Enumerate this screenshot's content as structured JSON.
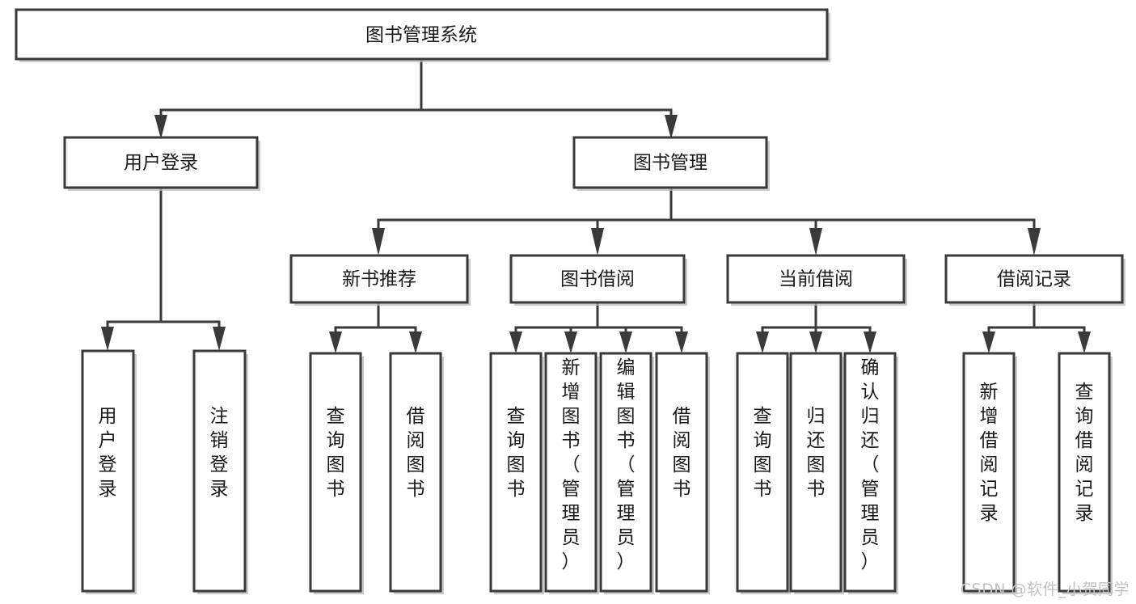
{
  "diagram": {
    "type": "tree",
    "title": "图书管理系统",
    "watermark": "CSDN @软件_小贺同学",
    "nodes": {
      "root": {
        "label": "图书管理系统",
        "level": 0
      },
      "l1_a": {
        "label": "用户登录",
        "level": 1
      },
      "l1_b": {
        "label": "图书管理",
        "level": 1
      },
      "l2_a": {
        "label": "新书推荐",
        "level": 2
      },
      "l2_b": {
        "label": "图书借阅",
        "level": 2
      },
      "l2_c": {
        "label": "当前借阅",
        "level": 2
      },
      "l2_d": {
        "label": "借阅记录",
        "level": 2
      },
      "leaf_1": {
        "label": "用户登录",
        "level": 3
      },
      "leaf_2": {
        "label": "注销登录",
        "level": 3
      },
      "leaf_3": {
        "label": "查询图书",
        "level": 3
      },
      "leaf_4": {
        "label": "借阅图书",
        "level": 3
      },
      "leaf_5": {
        "label": "查询图书",
        "level": 3
      },
      "leaf_6": {
        "label": "新增图书（管理员）",
        "level": 3
      },
      "leaf_7": {
        "label": "编辑图书（管理员）",
        "level": 3
      },
      "leaf_8": {
        "label": "借阅图书",
        "level": 3
      },
      "leaf_9": {
        "label": "查询图书",
        "level": 3
      },
      "leaf_10": {
        "label": "归还图书",
        "level": 3
      },
      "leaf_11": {
        "label": "确认归还（管理员）",
        "level": 3
      },
      "leaf_12": {
        "label": "新增借阅记录",
        "level": 3
      },
      "leaf_13": {
        "label": "查询借阅记录",
        "level": 3
      }
    },
    "edges": [
      {
        "from": "root",
        "to": "l1_a"
      },
      {
        "from": "root",
        "to": "l1_b"
      },
      {
        "from": "l1_b",
        "to": "l2_a"
      },
      {
        "from": "l1_b",
        "to": "l2_b"
      },
      {
        "from": "l1_b",
        "to": "l2_c"
      },
      {
        "from": "l1_b",
        "to": "l2_d"
      },
      {
        "from": "l1_a",
        "to": "leaf_1"
      },
      {
        "from": "l1_a",
        "to": "leaf_2"
      },
      {
        "from": "l2_a",
        "to": "leaf_3"
      },
      {
        "from": "l2_a",
        "to": "leaf_4"
      },
      {
        "from": "l2_b",
        "to": "leaf_5"
      },
      {
        "from": "l2_b",
        "to": "leaf_6"
      },
      {
        "from": "l2_b",
        "to": "leaf_7"
      },
      {
        "from": "l2_b",
        "to": "leaf_8"
      },
      {
        "from": "l2_c",
        "to": "leaf_9"
      },
      {
        "from": "l2_c",
        "to": "leaf_10"
      },
      {
        "from": "l2_c",
        "to": "leaf_11"
      },
      {
        "from": "l2_d",
        "to": "leaf_12"
      },
      {
        "from": "l2_d",
        "to": "leaf_13"
      }
    ],
    "colors": {
      "box_fill": "#ffffff",
      "box_stroke": "#3a3a3a",
      "text": "#1a1a1a",
      "watermark": "#c2c2c2",
      "background": "#ffffff"
    }
  }
}
